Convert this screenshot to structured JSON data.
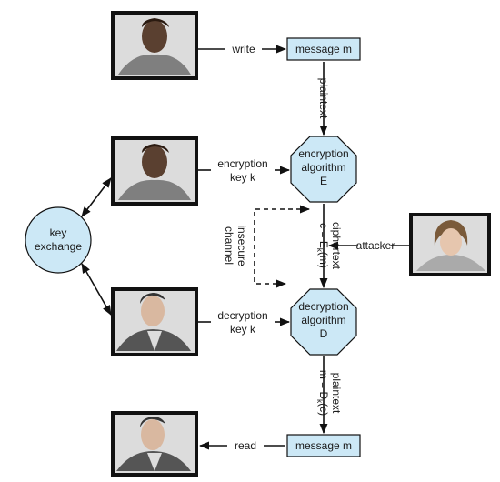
{
  "labels": {
    "write": "write",
    "read": "read",
    "attacker": "attacker",
    "plaintext_top": "plaintext",
    "plaintext_bottom_line1": "plaintext",
    "enc_key_line1": "encryption",
    "enc_key_line2": "key k",
    "dec_key_line1": "decryption",
    "dec_key_line2": "key k",
    "insecure_line1": "insecure",
    "insecure_line2": "channel",
    "ciphertext_line1": "ciphertext",
    "ciphertext_c": "c = E",
    "ciphertext_sub": "k",
    "ciphertext_tail": "(m)",
    "plaintext_m": "m = D",
    "plaintext_sub": "k",
    "plaintext_tail": "(c)"
  },
  "nodes": {
    "message_top": "message m",
    "message_bottom": "message m",
    "enc_line1": "encryption",
    "enc_line2": "algorithm",
    "enc_line3": "E",
    "dec_line1": "decryption",
    "dec_line2": "algorithm",
    "dec_line3": "D",
    "key_line1": "key",
    "key_line2": "exchange"
  },
  "colors": {
    "node_fill": "#cce8f6",
    "frame": "#111111",
    "photo_bg": "#dcdcdc",
    "arrow": "#111111"
  }
}
